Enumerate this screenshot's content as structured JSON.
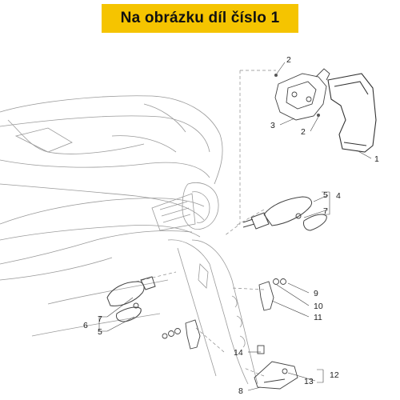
{
  "banner": {
    "title": "Na obrázku díl číslo 1",
    "bg_color": "#f5c400"
  },
  "callouts": {
    "n2_top": "2",
    "n3": "3",
    "n2_mid": "2",
    "n1": "1",
    "n4": "4",
    "n5": "5",
    "n7_right": "7",
    "n6": "6",
    "n7_left": "7",
    "n5_left": "5",
    "n9": "9",
    "n10": "10",
    "n11": "11",
    "n12": "12",
    "n13": "13",
    "n14": "14",
    "n8": "8"
  }
}
